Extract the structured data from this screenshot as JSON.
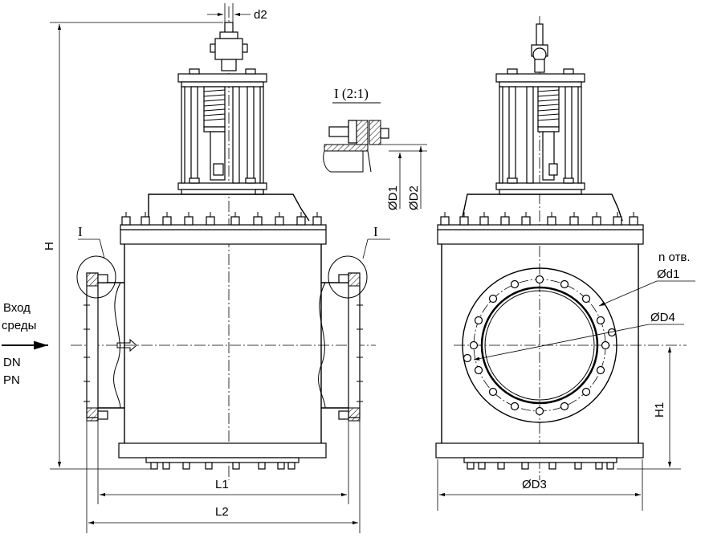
{
  "labels": {
    "d2": "d2",
    "H": "H",
    "detail_left": "I",
    "detail_right": "I",
    "detail_title": "I (2:1)",
    "D1": "ØD1",
    "D2": "ØD2",
    "inlet_1": "Вход",
    "inlet_2": "среды",
    "DN": "DN",
    "PN": "PN",
    "n_holes": "n отв.",
    "d1": "Ød1",
    "D4": "ØD4",
    "H1": "H1",
    "L1": "L1",
    "L2": "L2",
    "D3": "ØD3"
  }
}
